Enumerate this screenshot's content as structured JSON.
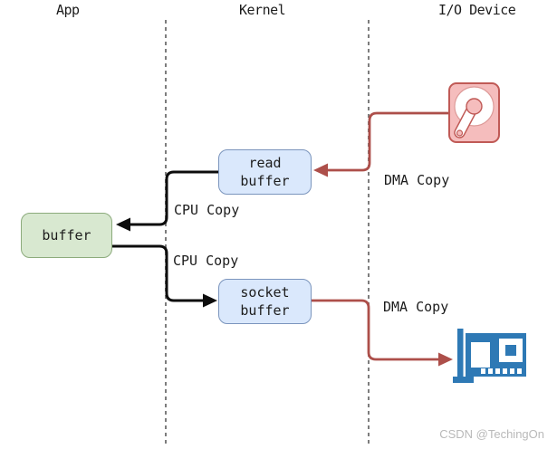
{
  "columns": {
    "app": "App",
    "kernel": "Kernel",
    "io": "I/O Device"
  },
  "nodes": {
    "app_buffer": "buffer",
    "read_buffer": "read buffer",
    "socket_buffer": "socket buffer"
  },
  "edge_labels": {
    "dma_in": "DMA Copy",
    "cpu_in": "CPU Copy",
    "cpu_out": "CPU Copy",
    "dma_out": "DMA Copy"
  },
  "icons": {
    "disk": "hard-disk",
    "nic": "network-card"
  },
  "watermark": "CSDN @TechingOn",
  "colors": {
    "text_color": "#1c1c1c",
    "dash_gray": "#7d7d7d",
    "box_blue_fill": "#dae8fc",
    "box_blue_border": "#7b95bd",
    "box_green_fill": "#d8e8d0",
    "box_green_border": "#8cab7c",
    "arrow_black": "#0d0d0d",
    "arrow_red": "#ad4f4a",
    "disk_fill": "#f5bdbd",
    "disk_border": "#c05a56",
    "disk_platter": "#ffffff",
    "nic_blue": "#2e79b5",
    "watermark_gray": "#b9b9b9"
  }
}
